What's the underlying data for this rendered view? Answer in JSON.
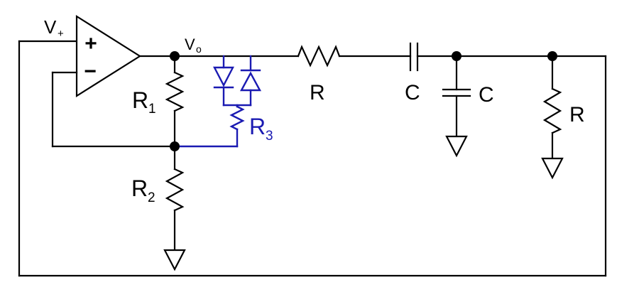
{
  "diagram": {
    "type": "circuit-schematic",
    "colors": {
      "wire": "#000000",
      "limiter": "#1a1ab2",
      "background": "#ffffff"
    },
    "opamp": {
      "plus_input": "+",
      "minus_input": "−"
    },
    "labels": {
      "v_plus": {
        "base": "V",
        "sub": "+"
      },
      "v_out": {
        "base": "V",
        "sub": "o"
      },
      "r1": {
        "base": "R",
        "sub": "1"
      },
      "r2": {
        "base": "R",
        "sub": "2"
      },
      "r3": {
        "base": "R",
        "sub": "3"
      },
      "r_series": "R",
      "c_series": "C",
      "c_shunt": "C",
      "r_shunt": "R"
    },
    "components": [
      {
        "type": "op-amp",
        "inputs": [
          "+",
          "−"
        ]
      },
      {
        "type": "resistor",
        "label": "R1"
      },
      {
        "type": "resistor",
        "label": "R2"
      },
      {
        "type": "resistor",
        "label": "R3",
        "color": "blue"
      },
      {
        "type": "antiparallel-diode-pair",
        "color": "blue"
      },
      {
        "type": "resistor",
        "label": "R",
        "position": "series"
      },
      {
        "type": "capacitor",
        "label": "C",
        "position": "series"
      },
      {
        "type": "capacitor",
        "label": "C",
        "position": "shunt"
      },
      {
        "type": "resistor",
        "label": "R",
        "position": "shunt"
      },
      {
        "type": "ground-symbol",
        "count": 3
      },
      {
        "type": "net-label",
        "label": "V+"
      },
      {
        "type": "net-label",
        "label": "Vo"
      }
    ]
  }
}
